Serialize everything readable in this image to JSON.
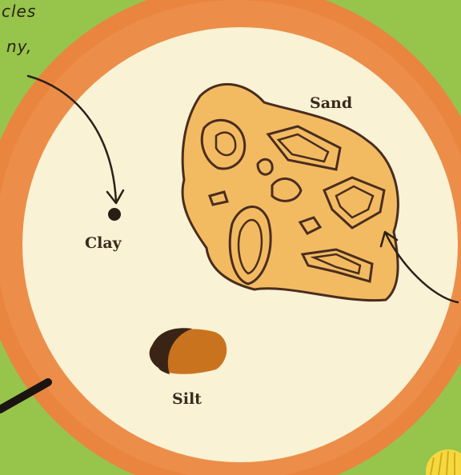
{
  "labels": {
    "sand": "Sand",
    "clay": "Clay",
    "silt": "Silt"
  },
  "handwritten": {
    "line1": "cles",
    "line2": "ny,"
  },
  "colors": {
    "grass": "#8fbf45",
    "ring": "#e9853f",
    "disc": "#f9f2d5",
    "sand_fill": "#f3bb61",
    "sand_outline": "#4a2d20",
    "silt": "#c9731f",
    "clay": "#2a1d16",
    "arrow": "#2b2118"
  }
}
